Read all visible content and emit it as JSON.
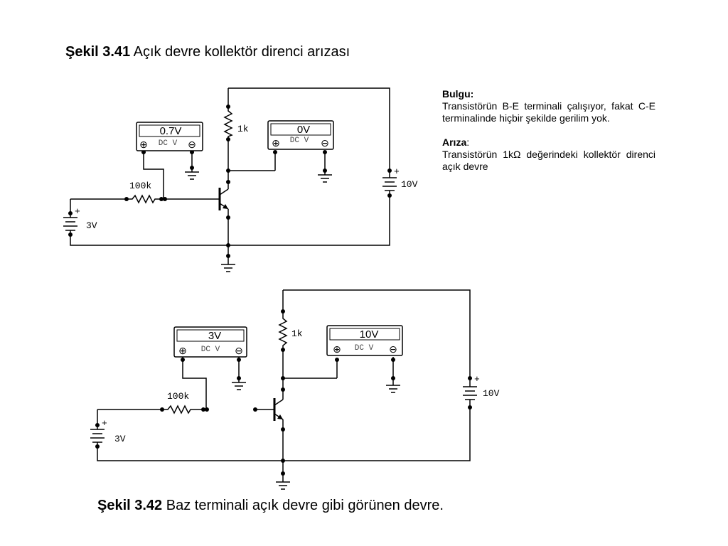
{
  "figure1": {
    "caption_bold": "Şekil 3.41",
    "caption_text": " Açık devre kollektör direnci arızası",
    "meter_base_value": "0.7V",
    "meter_collector_value": "0V",
    "meter_label": "DC V",
    "rc_label": "1k",
    "rb_label": "100k",
    "vcc_label": "10V",
    "vbb_label": "3V"
  },
  "notes": {
    "bulgu_title": "Bulgu:",
    "bulgu_text": "Transistörün B-E terminali çalışıyor, fakat C-E terminalinde hiçbir şekilde gerilim yok.",
    "ariza_title": "Arıza",
    "ariza_colon": ":",
    "ariza_text": "Transistörün 1kΩ değerindeki kollektör direnci açık devre"
  },
  "figure2": {
    "caption_bold": "Şekil 3.42",
    "caption_text": " Baz terminali açık devre gibi görünen devre.",
    "meter_base_value": "3V",
    "meter_collector_value": "10V",
    "meter_label": "DC V",
    "rc_label": "1k",
    "rb_label": "100k",
    "vcc_label": "10V",
    "vbb_label": "3V"
  },
  "symbols": {
    "plus": "+",
    "meter_plus": "⊕",
    "meter_minus": "⊖"
  }
}
